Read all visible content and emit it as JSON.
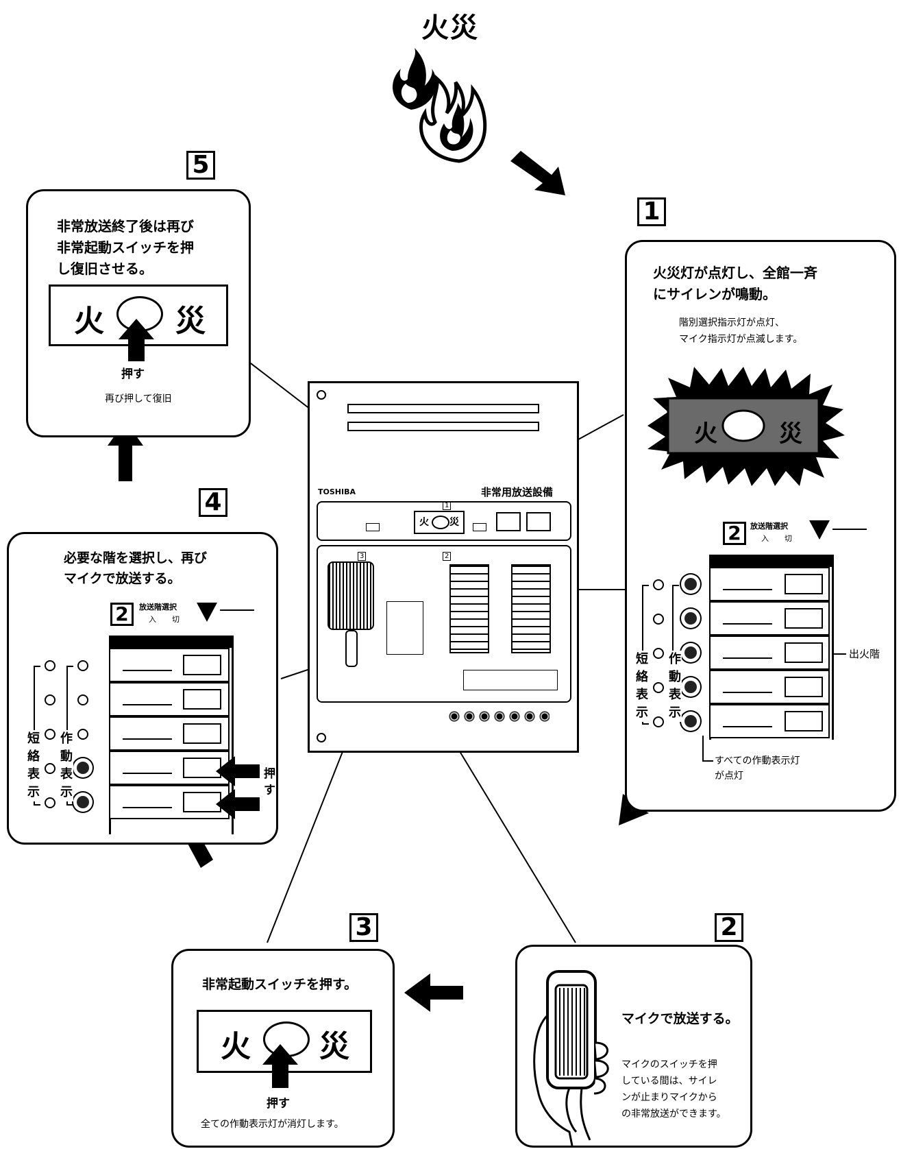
{
  "title": "火災",
  "steps": {
    "s1": {
      "num": "1",
      "main": "火災灯が点灯し、全館一斉\nにサイレンが鳴動。",
      "sub": "階別選択指示灯が点灯、\nマイク指示灯が点滅します。"
    },
    "s2": {
      "num": "2",
      "main": "マイクで放送する。",
      "sub": "マイクのスイッチを押\nしている間は、サイレ\nンが止まりマイクから\nの非常放送ができます。"
    },
    "s3": {
      "num": "3",
      "main": "非常起動スイッチを押す。",
      "push": "押す",
      "sub": "全ての作動表示灯が消灯します。"
    },
    "s4": {
      "num": "4",
      "main": "必要な階を選択し、再び\nマイクで放送する。",
      "push": "押\nす"
    },
    "s5": {
      "num": "5",
      "main": "非常放送終了後は再び\n非常起動スイッチを押\nし復旧させる。",
      "push": "押す",
      "sub": "再び押して復旧"
    }
  },
  "button": {
    "left": "火",
    "right": "災"
  },
  "floor_select": {
    "num": "2",
    "label": "放送階選択",
    "on": "入",
    "off": "切"
  },
  "labels": {
    "short_indicator": "短絡表示",
    "operation_indicator": "作動表示",
    "fire_floor": "出火階",
    "all_lamps_on": "すべての作動表示灯\nが点灯"
  },
  "panel": {
    "brand": "TOSHIBA",
    "title": "非常用放送設備",
    "label1": "1",
    "label2": "2",
    "label3": "3"
  },
  "colors": {
    "ink": "#000000",
    "lamp": "#222222",
    "paper": "#ffffff"
  }
}
